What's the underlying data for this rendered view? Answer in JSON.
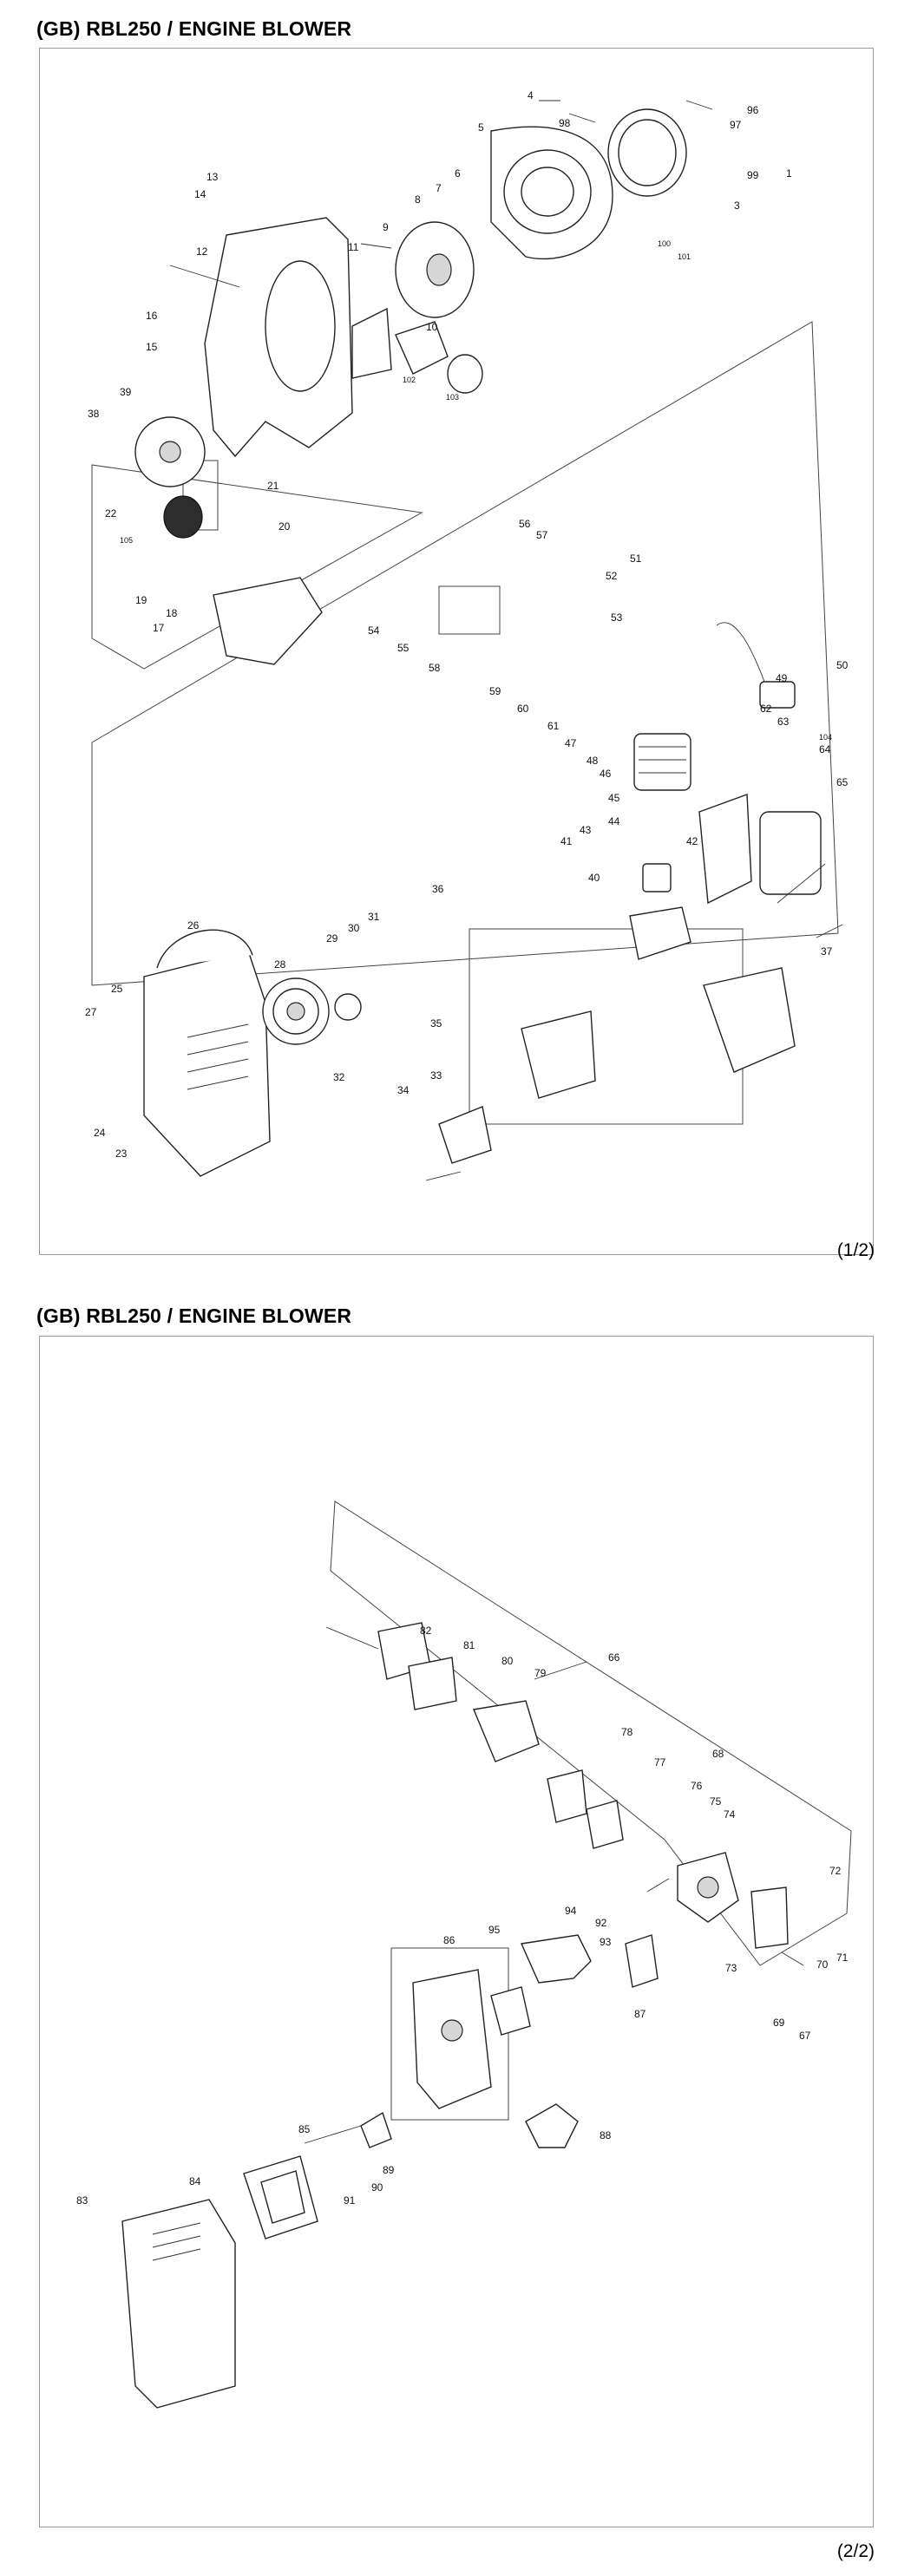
{
  "pages": [
    {
      "title": "(GB) RBL250 / ENGINE BLOWER",
      "page_number": "(1/2)",
      "callouts": [
        "1",
        "3",
        "4",
        "5",
        "6",
        "7",
        "8",
        "9",
        "10",
        "11",
        "12",
        "13",
        "14",
        "15",
        "16",
        "17",
        "18",
        "19",
        "20",
        "21",
        "22",
        "23",
        "24",
        "25",
        "26",
        "27",
        "28",
        "29",
        "30",
        "31",
        "32",
        "33",
        "34",
        "35",
        "36",
        "37",
        "38",
        "39",
        "40",
        "41",
        "42",
        "43",
        "44",
        "45",
        "46",
        "47",
        "48",
        "49",
        "50",
        "51",
        "52",
        "53",
        "54",
        "55",
        "56",
        "57",
        "58",
        "59",
        "60",
        "61",
        "62",
        "63",
        "64",
        "65",
        "96",
        "97",
        "98",
        "99",
        "100",
        "101",
        "102",
        "103",
        "104",
        "105"
      ]
    },
    {
      "title": "(GB) RBL250 / ENGINE BLOWER",
      "page_number": "(2/2)",
      "callouts": [
        "66",
        "67",
        "68",
        "69",
        "70",
        "71",
        "72",
        "73",
        "74",
        "75",
        "76",
        "77",
        "78",
        "79",
        "80",
        "81",
        "82",
        "83",
        "84",
        "85",
        "86",
        "87",
        "88",
        "89",
        "90",
        "91",
        "92",
        "93",
        "94",
        "95"
      ]
    }
  ]
}
